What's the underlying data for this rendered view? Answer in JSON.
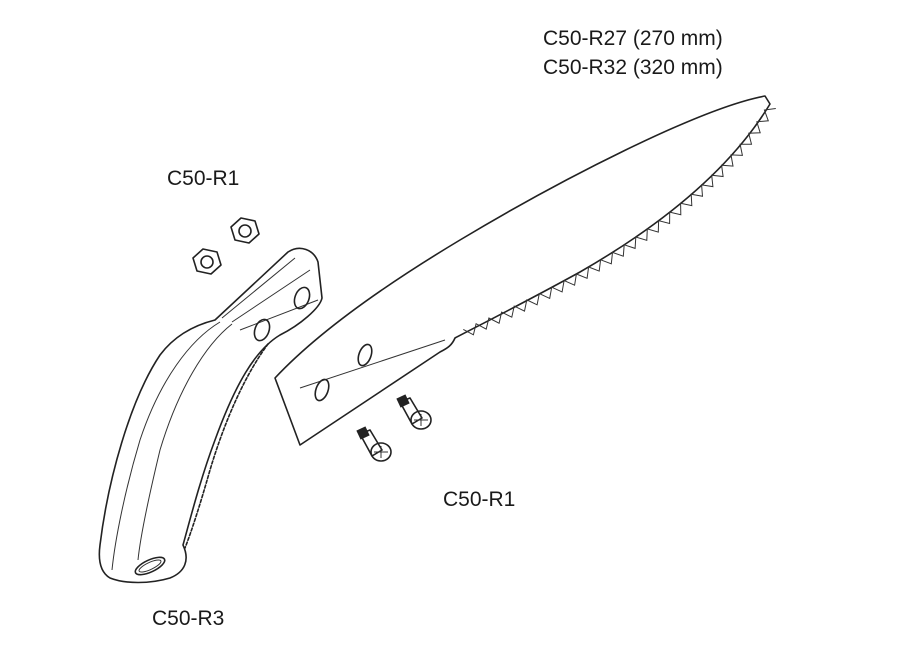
{
  "labels": {
    "blade_line1": "C50-R27 (270 mm)",
    "blade_line2": "C50-R32 (320 mm)",
    "nuts": "C50-R1",
    "screws": "C50-R1",
    "handle": "C50-R3"
  },
  "colors": {
    "line": "#222222",
    "background": "#ffffff"
  }
}
